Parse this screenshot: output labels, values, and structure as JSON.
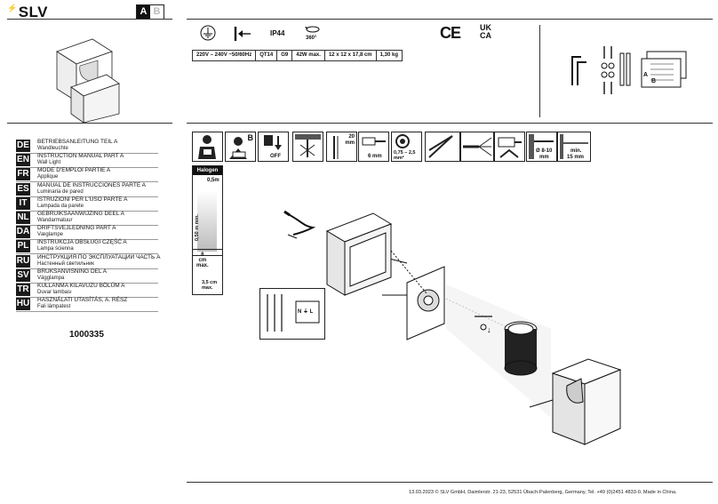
{
  "header": {
    "brand": "SLV",
    "part_active": "A",
    "part_inactive": "B"
  },
  "languages": [
    {
      "code": "DE",
      "title": "BETRIEBSANLEITUNG TEIL A",
      "product": "Wandleuchte"
    },
    {
      "code": "EN",
      "title": "INSTRUCTION MANUAL PART A",
      "product": "Wall Light"
    },
    {
      "code": "FR",
      "title": "MODE D'EMPLOI PARTIE A",
      "product": "Applique"
    },
    {
      "code": "ES",
      "title": "MANUAL DE INSTRUCCIONES PARTE A",
      "product": "Luminaria de pared"
    },
    {
      "code": "IT",
      "title": "ISTRUZIONI PER L'USO PARTE A",
      "product": "Lampada da parete"
    },
    {
      "code": "NL",
      "title": "GEBRUIKSAANWIJZING DEEL A",
      "product": "Wandarmatuur"
    },
    {
      "code": "DA",
      "title": "DRIFTSVEJLEDNING PART A",
      "product": "Væglampe"
    },
    {
      "code": "PL",
      "title": "INSTRUKCJA OBSŁUGI CZĘŚĆ A",
      "product": "Lampa ścienna"
    },
    {
      "code": "RU",
      "title": "ИНСТРУКЦИЯ ПО ЭКСПЛУАТАЦИИ ЧАСТЬ А",
      "product": "Настенный светильник"
    },
    {
      "code": "SV",
      "title": "BRUKSANVISNING DEL A",
      "product": "Vägglampa"
    },
    {
      "code": "TR",
      "title": "KULLANMA KILAVUZU BÖLÜM A",
      "product": "Duvar lambası"
    },
    {
      "code": "HU",
      "title": "HASZNÁLATI UTASÍTÁS, A. RÉSZ",
      "product": "Fali lámpatest"
    }
  ],
  "article_number": "1000335",
  "specs": {
    "ip": "IP44",
    "rotation": "360°",
    "values": [
      "220V – 240V ~50/60Hz",
      "QT14",
      "G9",
      "42W max.",
      "12 x 12 x 17,8 cm",
      "1,30 kg"
    ],
    "marks": [
      "CE",
      "UK",
      "CA"
    ]
  },
  "labels": {
    "halogen": "Halogen",
    "dist_05": "0,5m",
    "dist_050": "0,50 m min.",
    "cm8": "8",
    "cm_unit": "cm",
    "max": "max.",
    "cm35": "3,5 cm",
    "max2": "max.",
    "off": "OFF",
    "mm20": "20",
    "mm_unit": "mm",
    "mm6": "6 mm",
    "strip": "0,75 – 2,5",
    "mm2": "mm²",
    "drill": "Ø 8-10",
    "drill_mm": "mm",
    "min": "min.",
    "min15": "15 mm",
    "b_letter": "B",
    "a_letter": "A",
    "b2_letter": "B",
    "terminals": "N ⏚ L"
  },
  "footer": "13.03.2023 © SLV GmbH, Daimlerstr. 21-23, 52531 Übach-Palenberg, Germany, Tel. +49 (0)2451 4833-0. Made in China."
}
